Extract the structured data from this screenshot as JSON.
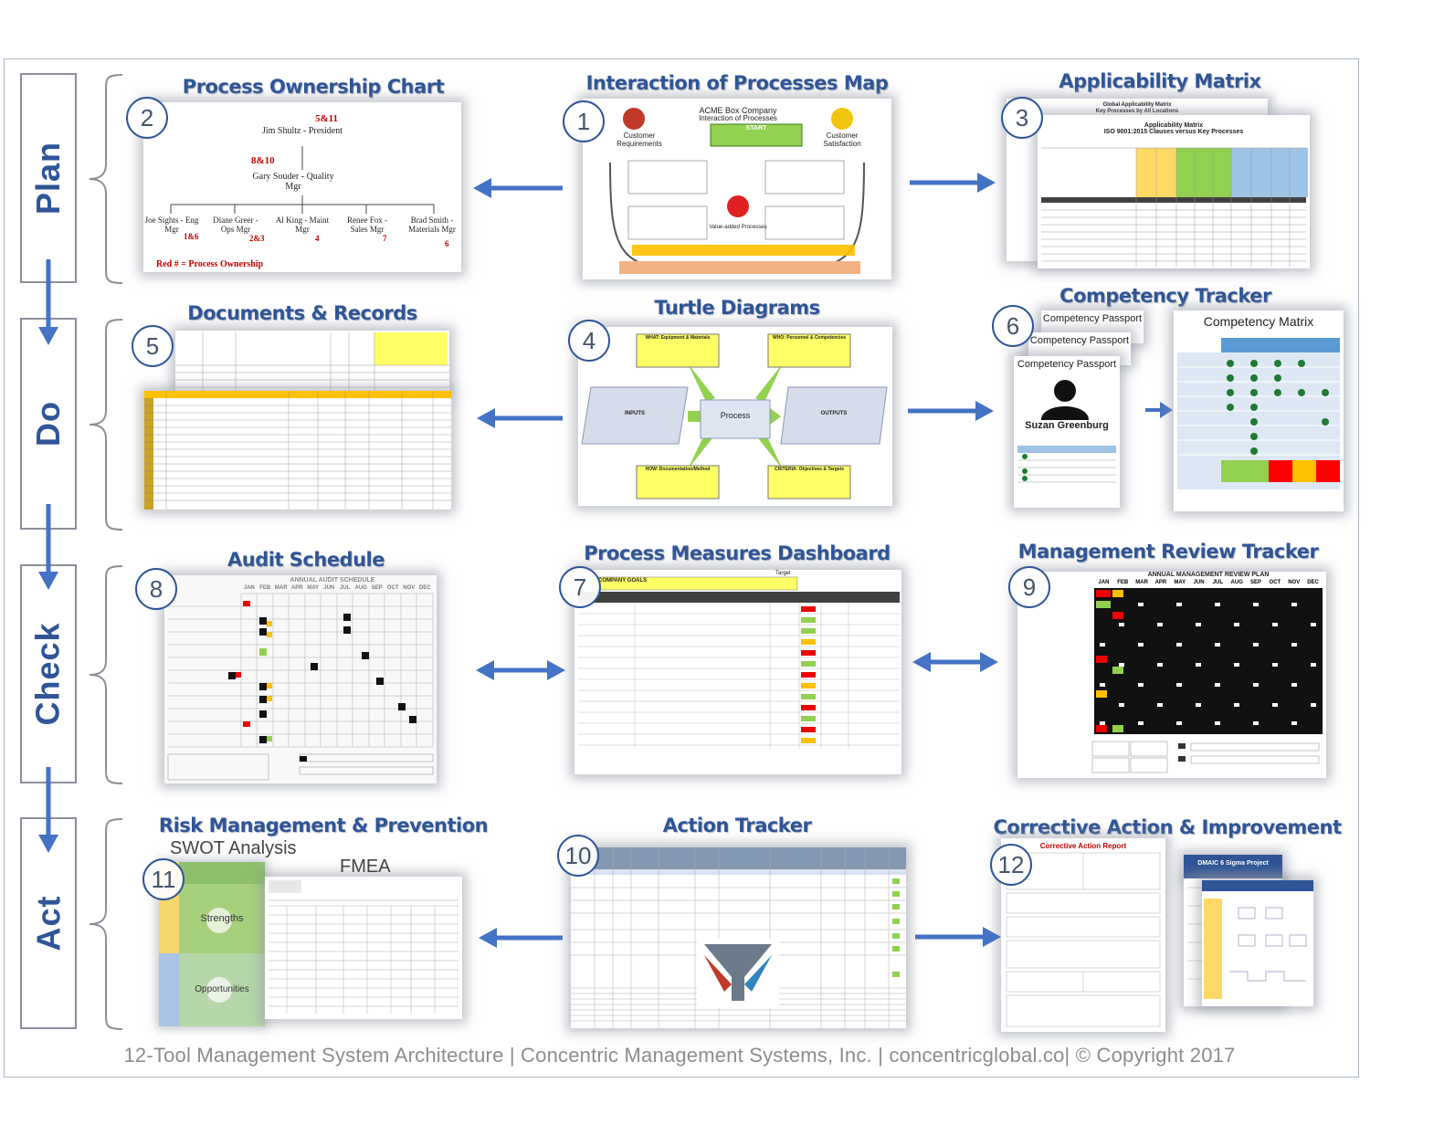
{
  "phases": [
    "Plan",
    "Do",
    "Check",
    "Act"
  ],
  "tools": {
    "t1": {
      "num": "1",
      "title": "Interaction of Processes Map"
    },
    "t2": {
      "num": "2",
      "title": "Process Ownership Chart"
    },
    "t3": {
      "num": "3",
      "title": "Applicability Matrix"
    },
    "t4": {
      "num": "4",
      "title": "Turtle Diagrams"
    },
    "t5": {
      "num": "5",
      "title": "Documents & Records"
    },
    "t6": {
      "num": "6",
      "title": "Competency Tracker"
    },
    "t7": {
      "num": "7",
      "title": "Process Measures Dashboard"
    },
    "t8": {
      "num": "8",
      "title": "Audit Schedule"
    },
    "t9": {
      "num": "9",
      "title": "Management Review Tracker"
    },
    "t10": {
      "num": "10",
      "title": "Action Tracker"
    },
    "t11": {
      "num": "11",
      "title": "Risk Management & Prevention"
    },
    "t12": {
      "num": "12",
      "title": "Corrective Action & Improvement"
    }
  },
  "ownership": {
    "president": "Jim Shultz - President",
    "president_tag": "5&11",
    "quality": "Gary Souder - Quality Mgr",
    "quality_tag": "8&10",
    "managers": [
      {
        "name": "Joe Sights - Eng Mgr",
        "tag": "1&6"
      },
      {
        "name": "Diane Greer - Ops Mgr",
        "tag": "2&3"
      },
      {
        "name": "Al King - Maint Mgr",
        "tag": "4"
      },
      {
        "name": "Renee Fox - Sales Mgr",
        "tag": "7"
      },
      {
        "name": "Brad Smith - Materials Mgr",
        "tag": "6"
      }
    ],
    "legend": "Red # = Process Ownership"
  },
  "interaction": {
    "company": "ACME Box Company",
    "subtitle": "Interaction of Processes",
    "start": "START",
    "left_label": "Customer Requirements",
    "right_label": "Customer Satisfaction",
    "center": "Value-added Processes"
  },
  "applicability": {
    "heading1": "Global Applicability Matrix",
    "heading2": "Key Processes by All Locations",
    "heading3": "Applicability Matrix",
    "heading4": "ISO 9001:2015 Clauses versus Key Processes"
  },
  "turtle": {
    "center": "Process",
    "inputs": "INPUTS",
    "outputs": "OUTPUTS",
    "what": "WHAT: Equipment & Materials",
    "who": "WHO: Personnel & Competencies",
    "how": "HOW: Documentation/Method",
    "criteria": "CRITERIA: Objectives & Targets"
  },
  "competency": {
    "passport": "Competency Passport",
    "matrix": "Competency Matrix",
    "person": "Suzan Greenburg"
  },
  "audit": {
    "heading": "ANNUAL AUDIT SCHEDULE",
    "months": [
      "JAN",
      "FEB",
      "MAR",
      "APR",
      "MAY",
      "JUN",
      "JUL",
      "AUG",
      "SEP",
      "OCT",
      "NOV",
      "DEC"
    ]
  },
  "review": {
    "heading": "ANNUAL MANAGEMENT REVIEW PLAN",
    "months": [
      "JAN",
      "FEB",
      "MAR",
      "APR",
      "MAY",
      "JUN",
      "JUL",
      "AUG",
      "SEP",
      "OCT",
      "NOV",
      "DEC"
    ]
  },
  "dashboard": {
    "goal": "COMPANY GOALS",
    "target": "Target"
  },
  "risk": {
    "swot": "SWOT Analysis",
    "fmea": "FMEA",
    "strengths": "Strengths",
    "opportunities": "Opportunities"
  },
  "corrective": {
    "report": "Corrective Action Report",
    "project": "DMAIC 6 Sigma Project"
  },
  "footer": "12-Tool Management System Architecture  |  Concentric Management Systems, Inc.  |  concentricglobal.co| © Copyright 2017",
  "colors": {
    "accent": "#2f5597",
    "arrow": "#4472c4",
    "owner_red": "#c00000"
  }
}
